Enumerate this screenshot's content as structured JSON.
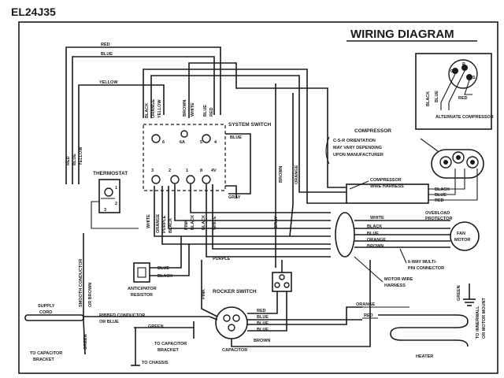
{
  "header": {
    "model": "EL24J35",
    "title": "WIRING DIAGRAM"
  },
  "components": {
    "alternate_compressor": "ALTERNATE COMPRESSOR",
    "compressor": "COMPRESSOR",
    "compressor_note": [
      "C-S-R ORIENTATION",
      "MAY VARY DEPENDING",
      "UPON MANUFACTURER"
    ],
    "compressor_harness": [
      "COMPRESSOR",
      "WIRE HARNESS"
    ],
    "overload_protector": [
      "OVERLOAD",
      "PROTECTOR"
    ],
    "fan_motor": [
      "FAN",
      "MOTOR"
    ],
    "connector": [
      "6-WAY MULTI-",
      "PIN CONNECTOR"
    ],
    "motor_harness": [
      "MOTOR WIRE",
      "HARNESS"
    ],
    "system_switch": "SYSTEM SWITCH",
    "thermostat": "THERMOSTAT",
    "anticipator": [
      "ANTICIPATOR",
      "RESISTOR"
    ],
    "rocker_switch": "ROCKER SWITCH",
    "supply_cord": [
      "SUPPLY",
      "CORD"
    ],
    "ribbed": [
      "RIBBED CONDUCTOR",
      "OR BLUE"
    ],
    "smooth": [
      "SMOOTH CONDUCTOR",
      "OR BROWN"
    ],
    "to_cap_bracket_1": [
      "TO CAPACITOR",
      "BRACKET"
    ],
    "to_cap_bracket_2": [
      "TO CAPACITOR",
      "BRACKET"
    ],
    "to_chassis": "TO CHASSIS",
    "capacitor": "CAPACITOR",
    "heater": "HEATER",
    "inner_wall": [
      "TO INNERWALL",
      "OR MOTOR MOUNT"
    ]
  },
  "wire_colors": {
    "red": "RED",
    "blue": "BLUE",
    "yellow": "YELLOW",
    "black": "BLACK",
    "orange": "ORANGE",
    "brown": "BROWN",
    "white": "WHITE",
    "green": "GREEN",
    "gray": "GRAY",
    "purple": "PURPLE",
    "pink": "PINK"
  },
  "terminals": {
    "s": "S",
    "r": "R",
    "c": "C",
    "sys_top": [
      "6",
      "6A",
      "5",
      "4"
    ],
    "sys_bottom": [
      "3",
      "2",
      "1",
      "8",
      "4V"
    ],
    "thermo": [
      "1",
      "2",
      "3"
    ]
  }
}
